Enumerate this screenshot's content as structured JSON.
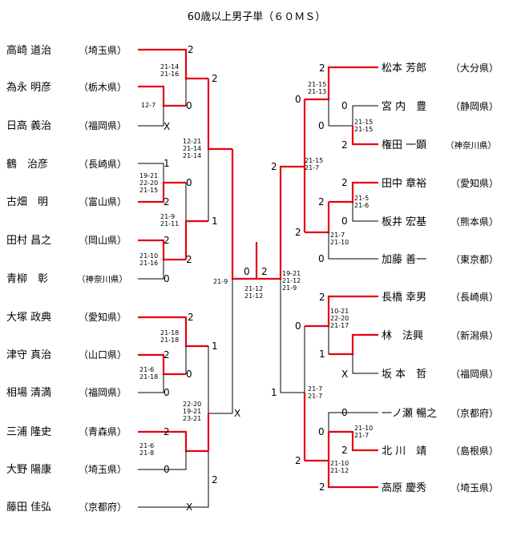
{
  "title": "60歳以上男子単（６０ＭＳ）",
  "left_players": [
    {
      "name": "高崎 道治",
      "pref": "（埼玉県）"
    },
    {
      "name": "為永 明彦",
      "pref": "（栃木県）"
    },
    {
      "name": "日高 義治",
      "pref": "（福岡県）"
    },
    {
      "name": "鶴　治彦",
      "pref": "（長崎県）"
    },
    {
      "name": "古畑　明",
      "pref": "（富山県）"
    },
    {
      "name": "田村 昌之",
      "pref": "（岡山県）"
    },
    {
      "name": "青柳　彰",
      "pref": "（神奈川県）"
    },
    {
      "name": "大塚 政典",
      "pref": "（愛知県）"
    },
    {
      "name": "津守 真治",
      "pref": "（山口県）"
    },
    {
      "name": "相場 清満",
      "pref": "（福岡県）"
    },
    {
      "name": "三浦 隆史",
      "pref": "（青森県）"
    },
    {
      "name": "大野 陽康",
      "pref": "（埼玉県）"
    },
    {
      "name": "藤田 佳弘",
      "pref": "（京都府）"
    }
  ],
  "right_players": [
    {
      "name": "松本 芳郎",
      "pref": "（大分県）"
    },
    {
      "name": "宮 内　豊",
      "pref": "（静岡県）"
    },
    {
      "name": "権田 一顕",
      "pref": "（神奈川県）"
    },
    {
      "name": "田中 章裕",
      "pref": "（愛知県）"
    },
    {
      "name": "板井 宏基",
      "pref": "（熊本県）"
    },
    {
      "name": "加藤 善一",
      "pref": "（東京都）"
    },
    {
      "name": "長橋 幸男",
      "pref": "（長崎県）"
    },
    {
      "name": "林　法興",
      "pref": "（新潟県）"
    },
    {
      "name": "坂 本　哲",
      "pref": "（福岡県）"
    },
    {
      "name": "一ノ瀬 暢之",
      "pref": "（京都府）"
    },
    {
      "name": "北 川　靖",
      "pref": "（島根県）"
    },
    {
      "name": "高原 慶秀",
      "pref": "（埼玉県）"
    }
  ],
  "results": {
    "l1": "2",
    "l2a": "2",
    "l2b": "0",
    "l3": "X",
    "l4": "1",
    "l5a": "0",
    "l5b": "2",
    "l6a": "2",
    "l6b": "2",
    "l7": "0",
    "lq2": "1",
    "l8": "2",
    "l9a": "2",
    "l9b": "0",
    "l10": "0",
    "lq3": "1",
    "l11": "2",
    "l12": "0",
    "l13": "X",
    "lq4": "2",
    "lsf": "X",
    "final_left": "0",
    "final_right": "2",
    "r1": "2",
    "r2": "0",
    "r3": "2",
    "rq1a": "0",
    "rq1b": "0",
    "r4": "2",
    "r5": "0",
    "r6": "0",
    "rq2a": "2",
    "rq2b": "2",
    "rsf1": "2",
    "r7": "2",
    "r8": "1",
    "r9": "X",
    "rq3": "0",
    "r10": "0",
    "r11": "2",
    "r12": "2",
    "rq4a": "0",
    "rq4b": "2",
    "rsf2": "1"
  },
  "scores": {
    "l_m1": [
      "12-7"
    ],
    "l_m2": [
      "21-14",
      "21-16"
    ],
    "l_m3": [
      "19-21",
      "22-20",
      "21-15"
    ],
    "l_m4": [
      "21-10",
      "21-16"
    ],
    "l_m5": [
      "21-9",
      "21-11"
    ],
    "l_m6": [
      "12-21",
      "21-14",
      "21-14"
    ],
    "l_m7": [
      "21-6",
      "21-18"
    ],
    "l_m8": [
      "21-18",
      "21-18"
    ],
    "l_m9": [
      "21-6",
      "21-8"
    ],
    "l_m10": [
      "22-20",
      "19-21",
      "23-21"
    ],
    "l_sf": [
      "21-9"
    ],
    "final": [
      "21-12",
      "21-12"
    ],
    "r_m1": [
      "21-15",
      "21-15"
    ],
    "r_m2": [
      "21-15",
      "21-13"
    ],
    "r_m3": [
      "21-5",
      "21-6"
    ],
    "r_m4": [
      "21-7",
      "21-10"
    ],
    "r_m5": [
      "21-15",
      "21-7"
    ],
    "r_sf": [
      "19-21",
      "21-12",
      "21-9"
    ],
    "r_m6": [
      "10-21",
      "22-20",
      "21-17"
    ],
    "r_m7": [
      "21-10",
      "21-7"
    ],
    "r_m8": [
      "21-10",
      "21-12"
    ],
    "r_m9": [
      "21-7",
      "21-7"
    ]
  }
}
